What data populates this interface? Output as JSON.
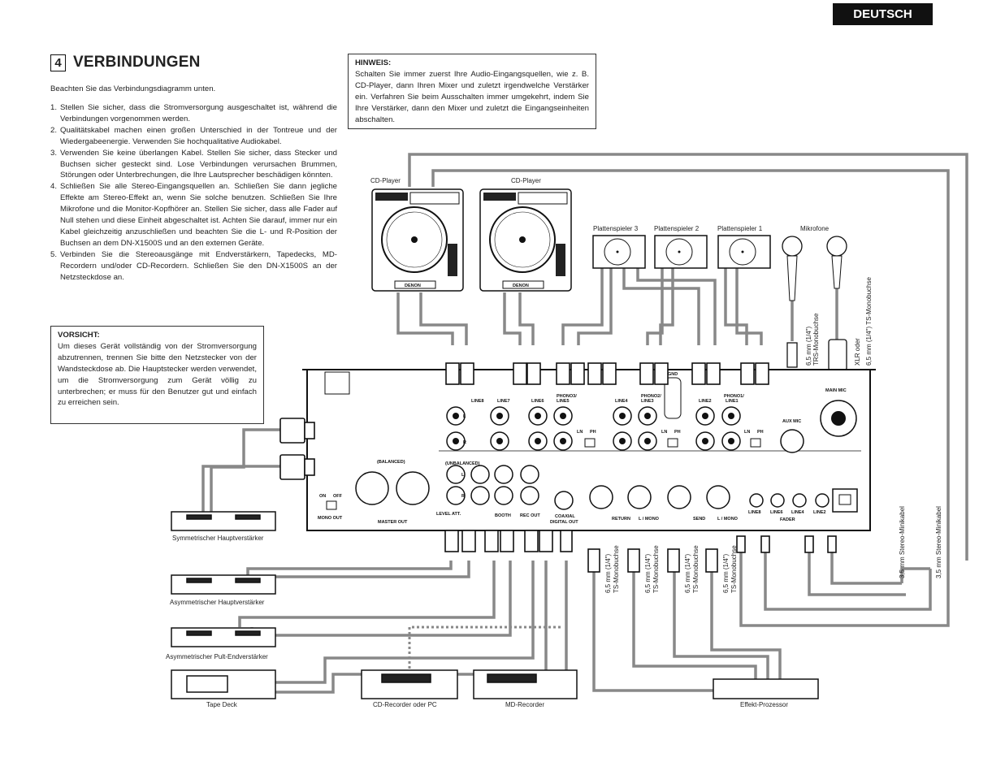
{
  "header": {
    "language": "DEUTSCH"
  },
  "section": {
    "number": "4",
    "title": "VERBINDUNGEN"
  },
  "intro": "Beachten Sie das Verbindungsdiagramm unten.",
  "steps": [
    {
      "num": "1.",
      "text": "Stellen Sie sicher, dass die Stromversorgung ausgeschaltet ist, während die Verbindungen vorgenommen werden."
    },
    {
      "num": "2.",
      "text": "Qualitätskabel machen einen großen Unterschied in der Tontreue und der Wiedergabeenergie. Verwenden Sie hochqualitative Audiokabel."
    },
    {
      "num": "3.",
      "text": "Verwenden Sie keine überlangen Kabel. Stellen Sie sicher, dass Stecker und Buchsen sicher gesteckt sind. Lose Verbindungen verursachen Brummen, Störungen oder Unterbrechungen, die Ihre Lautsprecher beschädigen könnten."
    },
    {
      "num": "4.",
      "text": "Schließen Sie alle Stereo-Eingangsquellen an. Schließen Sie dann jegliche Effekte am Stereo-Effekt an, wenn Sie solche benutzen. Schließen Sie Ihre Mikrofone und die Monitor-Kopfhörer an. Stellen Sie sicher, dass alle Fader auf Null stehen und diese Einheit abgeschaltet ist. Achten Sie darauf, immer nur ein Kabel gleichzeitig anzuschließen und beachten Sie die L- und R-Position der Buchsen an dem DN-X1500S und an den externen Geräte."
    },
    {
      "num": "5.",
      "text": "Verbinden Sie die Stereoausgänge mit Endverstärkern, Tapedecks, MD-Recordern und/oder CD-Recordern. Schließen Sie den DN-X1500S an der Netzsteckdose an."
    }
  ],
  "hinweis": {
    "title": "HINWEIS:",
    "text": "Schalten Sie immer zuerst Ihre Audio-Eingangsquellen, wie z. B. CD-Player, dann Ihren Mixer und zuletzt irgendwelche Verstärker ein. Verfahren Sie beim Ausschalten immer umgekehrt, indem Sie Ihre Verstärker, dann den Mixer und zuletzt die Eingangseinheiten abschalten."
  },
  "vorsicht": {
    "title": "VORSICHT:",
    "text": "Um dieses Gerät vollständig von der Stromversorgung abzutrennen, trennen Sie bitte den Netzstecker von der Wandsteckdose ab. Die Hauptstecker werden verwendet, um die Stromversorgung zum Gerät völlig zu unterbrechen; er muss für den Benutzer gut und einfach zu erreichen sein."
  },
  "diagram": {
    "devices": {
      "cd1": "CD-Player",
      "cd2": "CD-Player",
      "cd_brand": "DENON",
      "tt3": "Plattenspieler 3",
      "tt2": "Plattenspieler 2",
      "tt1": "Plattenspieler 1",
      "mics": "Mikrofone",
      "amp_sym": "Symmetrischer Hauptverstärker",
      "amp_asym": "Asymmetrischer Hauptverstärker",
      "amp_booth": "Asymmetrischer Pult-Endverstärker",
      "tape": "Tape Deck",
      "cdr": "CD-Recorder oder PC",
      "md": "MD-Recorder",
      "fx": "Effekt-Prozessor"
    },
    "cables": {
      "trs": "6,5 mm (1/4\")",
      "trs2": "TRS-Monobuchse",
      "xlr": "XLR oder",
      "xlr2": "6,5 mm (1/4\") TS-Monobuchse",
      "ts": "6,5 mm (1/4\")",
      "ts2": "TS-Monobuchse",
      "mini": "3,5 mm Stereo-Minikabel"
    },
    "panel": {
      "line8": "LINE8",
      "line7": "LINE7",
      "line6": "LINE6",
      "phono3": "PHONO3/",
      "line5": "LINE5",
      "line4": "LINE4",
      "phono2": "PHONO2/",
      "line3": "LINE3",
      "gnd": "GND",
      "line2": "LINE2",
      "phono1": "PHONO1/",
      "line1": "LINE1",
      "main_mic": "MAIN MIC",
      "aux_mic": "AUX MIC",
      "balanced": "(BALANCED)",
      "unbalanced": "(UNBALANCED)",
      "on": "ON",
      "off": "OFF",
      "mono_out": "MONO OUT",
      "master_out": "MASTER OUT",
      "level_att": "LEVEL ATT.",
      "booth": "BOOTH",
      "rec_out": "REC OUT",
      "coaxial": "COAXIAL",
      "digital_out": "DIGITAL OUT",
      "return": "RETURN",
      "send": "SEND",
      "lmono": "L / MONO",
      "fader": "FADER",
      "ln": "LN",
      "ph": "PH",
      "L": "L",
      "R": "R"
    }
  }
}
